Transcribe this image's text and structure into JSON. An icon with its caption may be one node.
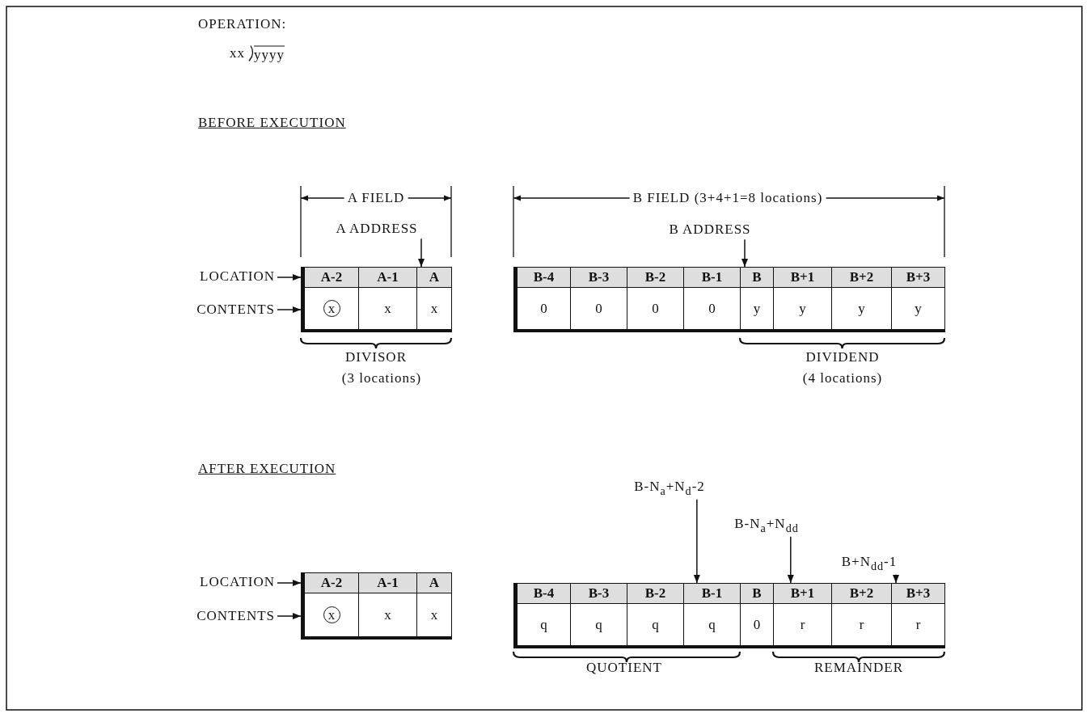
{
  "diagram": {
    "nodes": [
      {
        "text": [
          "LOCATION"
        ]
      },
      {
        "text": [
          "CONTENTS"
        ]
      },
      {
        "text": [
          "A ADDRESS"
        ]
      },
      {
        "text": [
          "B ADDRESS"
        ]
      },
      {
        "text": [
          "A-2"
        ]
      },
      {
        "text": [
          "A-1"
        ]
      },
      {
        "text": [
          "A"
        ]
      },
      {
        "text": [
          "x"
        ]
      },
      {
        "text": [
          "x"
        ]
      },
      {
        "text": [
          "x"
        ]
      },
      {
        "text": [
          "B-4"
        ]
      },
      {
        "text": [
          "B-3"
        ]
      },
      {
        "text": [
          "B-2"
        ]
      },
      {
        "text": [
          "B-1"
        ]
      },
      {
        "text": [
          "B"
        ]
      },
      {
        "text": [
          "B+1"
        ]
      },
      {
        "text": [
          "B+2"
        ]
      },
      {
        "text": [
          "B+3"
        ]
      },
      {
        "text": [
          "0"
        ]
      },
      {
        "text": [
          "0"
        ]
      },
      {
        "text": [
          "0"
        ]
      },
      {
        "text": [
          "0"
        ]
      },
      {
        "text": [
          "y"
        ]
      },
      {
        "text": [
          "y"
        ]
      },
      {
        "text": [
          "y"
        ]
      },
      {
        "text": [
          "y"
        ]
      },
      {
        "text": [
          "B-N$_{a}$+N$_{d}$-2"
        ]
      },
      {
        "text": [
          "B-N$_{a}$+N$_{dd}$"
        ]
      },
      {
        "text": [
          "B+N$_{dd}$-1"
        ]
      },
      {
        "text": [
          "LOCATION"
        ]
      },
      {
        "text": [
          "CONTENTS"
        ]
      },
      {
        "text": [
          "A-2"
        ]
      },
      {
        "text": [
          "A-1"
        ]
      },
      {
        "text": [
          "A"
        ]
      },
      {
        "text": [
          "x"
        ]
      },
      {
        "text": [
          "x"
        ]
      },
      {
        "text": [
          "x"
        ]
      },
      {
        "text": [
          "B-4"
        ]
      },
      {
        "text": [
          "B-3"
        ]
      },
      {
        "text": [
          "B-2"
        ]
      },
      {
        "text": [
          "B-1"
        ]
      },
      {
        "text": [
          "B"
        ]
      },
      {
        "text": [
          "B+1"
        ]
      },
      {
        "text": [
          "B+2"
        ]
      },
      {
        "text": [
          "B+3"
        ]
      },
      {
        "text": [
          "q"
        ]
      },
      {
        "text": [
          "q"
        ]
      },
      {
        "text": [
          "q"
        ]
      },
      {
        "text": [
          "q"
        ]
      },
      {
        "text": [
          "0"
        ]
      },
      {
        "text": [
          "r"
        ]
      },
      {
        "text": [
          "r"
        ]
      },
      {
        "text": [
          "r"
        ]
      }
    ],
    "edges": [
      {
        "from": 0,
        "to": 4,
        "arrow": "to"
      },
      {
        "from": 1,
        "to": 7,
        "arrow": "to"
      },
      {
        "from": 2,
        "to": 6,
        "arrow": "to"
      },
      {
        "from": 3,
        "to": 14,
        "arrow": "to"
      },
      {
        "from": 26,
        "to": 40,
        "arrow": "to"
      },
      {
        "from": 27,
        "to": 42,
        "arrow": "to"
      },
      {
        "from": 28,
        "to": 44,
        "arrow": "to"
      },
      {
        "from": 29,
        "to": 31,
        "arrow": "to"
      },
      {
        "from": 30,
        "to": 34,
        "arrow": "to"
      }
    ],
    "labels": [
      "OPERATION:",
      "xx",
      "yyyy",
      "BEFORE EXECUTION",
      "A FIELD",
      "B FIELD (3+4+1=8 locations)",
      "DIVISOR",
      "(3 locations)",
      "DIVIDEND",
      "(4 locations)",
      "AFTER EXECUTION",
      "QUOTIENT",
      "REMAINDER"
    ]
  }
}
